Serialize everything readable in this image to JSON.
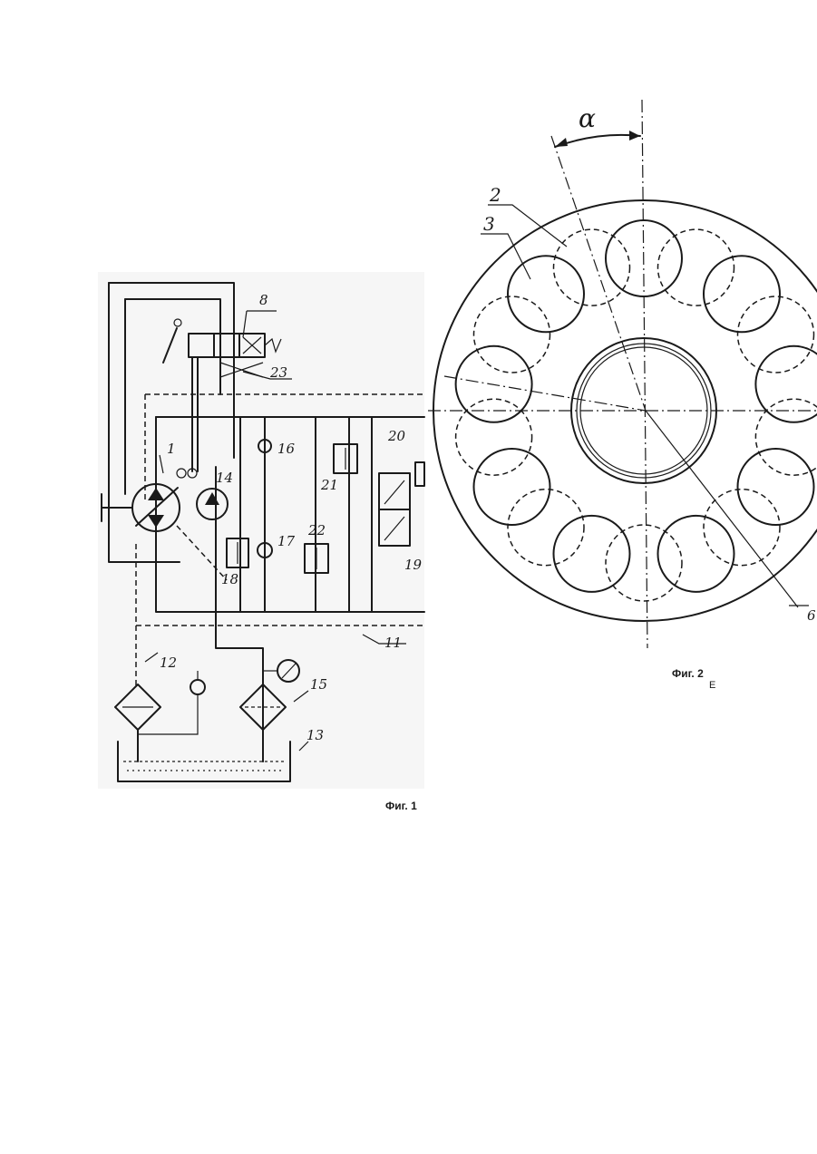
{
  "figures": {
    "fig1": {
      "caption": "Фиг. 1",
      "labels": {
        "l1": "1",
        "l8": "8",
        "l11": "11",
        "l12": "12",
        "l13": "13",
        "l14": "14",
        "l15": "15",
        "l16": "16",
        "l17": "17",
        "l18": "18",
        "l19": "19",
        "l20": "20",
        "l21": "21",
        "l22": "22",
        "l23": "23"
      }
    },
    "fig2": {
      "caption": "Фиг. 2",
      "caption_mark": "Е",
      "angle_label": "α",
      "labels": {
        "l2": "2",
        "l3": "3",
        "l6": "6"
      }
    }
  }
}
